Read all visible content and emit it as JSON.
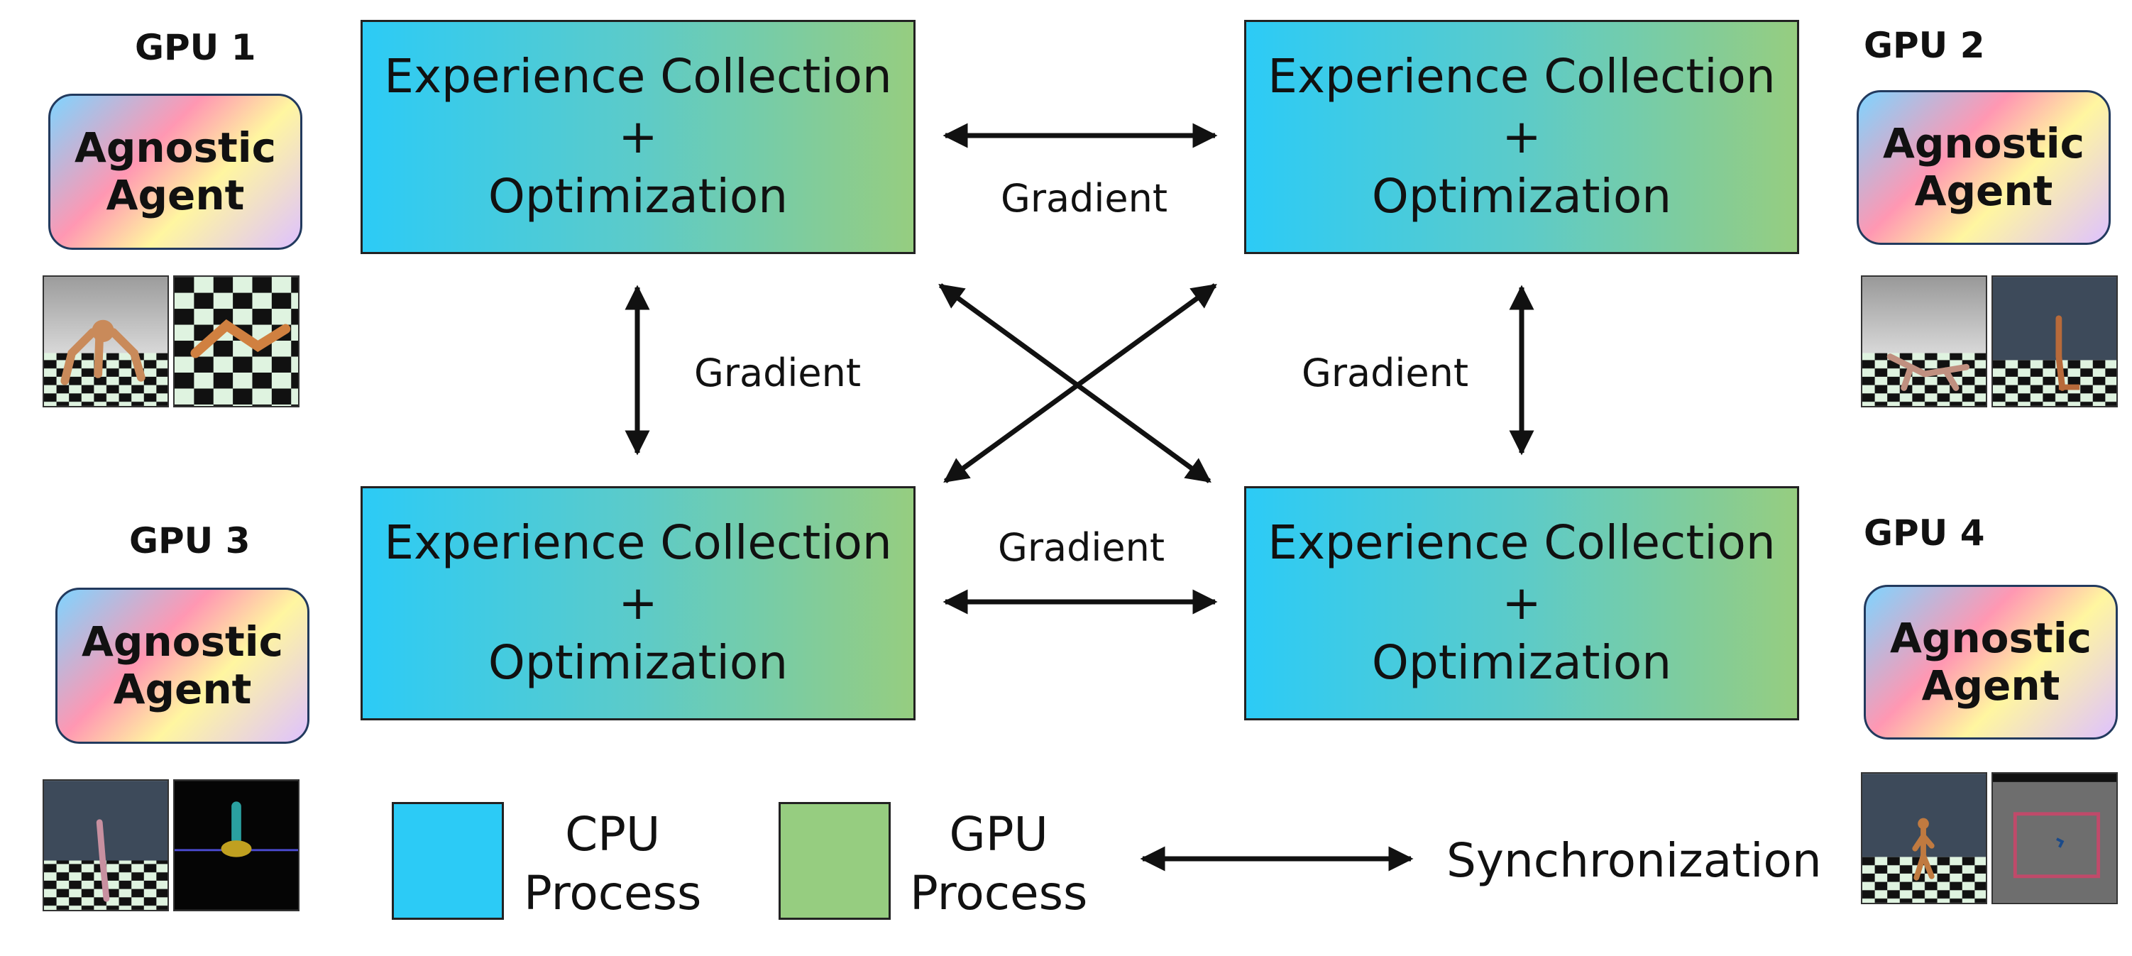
{
  "gpus": [
    {
      "label": "GPU 1",
      "agent": [
        "Agnostic",
        "Agent"
      ]
    },
    {
      "label": "GPU 2",
      "agent": [
        "Agnostic",
        "Agent"
      ]
    },
    {
      "label": "GPU 3",
      "agent": [
        "Agnostic",
        "Agent"
      ]
    },
    {
      "label": "GPU 4",
      "agent": [
        "Agnostic",
        "Agent"
      ]
    }
  ],
  "processes": [
    {
      "line1": "Experience Collection",
      "line2": "+",
      "line3": "Optimization"
    },
    {
      "line1": "Experience Collection",
      "line2": "+",
      "line3": "Optimization"
    },
    {
      "line1": "Experience Collection",
      "line2": "+",
      "line3": "Optimization"
    },
    {
      "line1": "Experience Collection",
      "line2": "+",
      "line3": "Optimization"
    }
  ],
  "edges": {
    "top": "Gradient",
    "left": "Gradient",
    "right": "Gradient",
    "bottom": "Gradient"
  },
  "legend": {
    "cpu": {
      "line1": "CPU",
      "line2": "Process",
      "color": "#2ccbf6"
    },
    "gpu": {
      "line1": "GPU",
      "line2": "Process",
      "color": "#96cd80"
    },
    "sync": "Synchronization"
  },
  "thumbnail_icons": [
    "ant-robot-icon",
    "swimmer-robot-icon",
    "half-cheetah-robot-icon",
    "hopper-robot-icon",
    "walker-robot-icon",
    "reacher-arm-icon",
    "humanoid-robot-icon",
    "pusher-table-icon"
  ]
}
